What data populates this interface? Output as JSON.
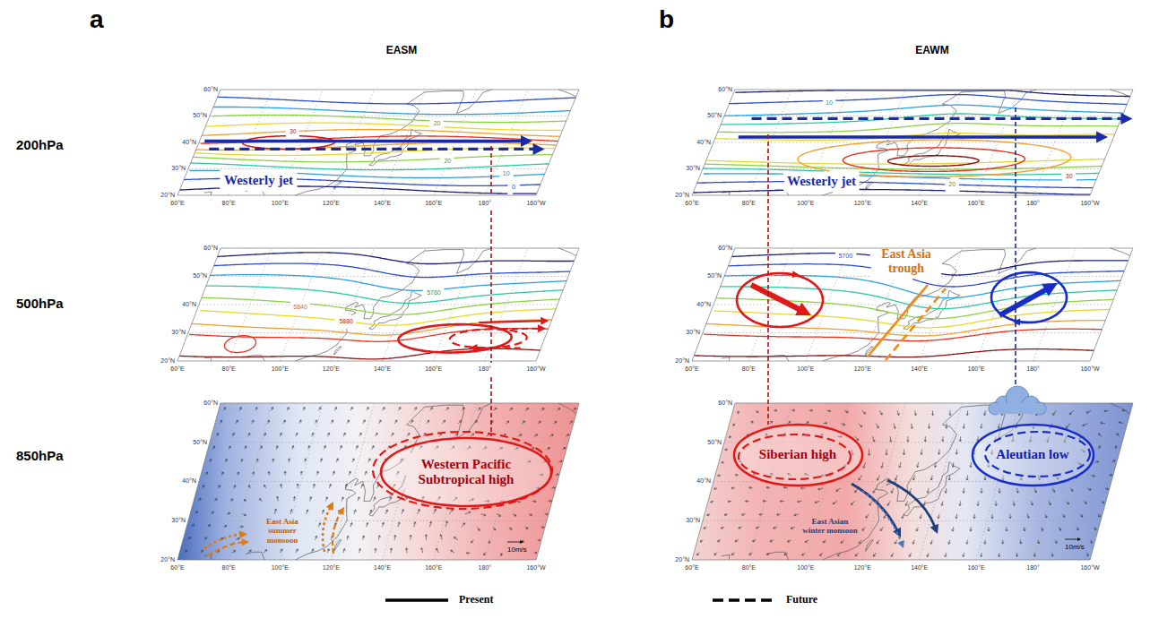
{
  "diagram": {
    "nodes": [
      {
        "text": [
          "Western Pacific Subtropical high"
        ]
      },
      {
        "text": [
          "Siberian high"
        ]
      },
      {
        "text": [
          "Aleutian low"
        ]
      }
    ],
    "labels": [
      "a",
      "b",
      "EASM",
      "EAWM",
      "200hPa",
      "500hPa",
      "850hPa",
      "Westerly jet",
      "Westerly jet",
      "East Asia trough",
      "East Asia summer monsoon",
      "East Asian winter monsoon",
      "10m/s",
      "10m/s",
      "20",
      "30",
      "20",
      "10",
      "0",
      "5880",
      "5760",
      "5840",
      "10",
      "20",
      "30",
      "5700",
      "20°N",
      "30°N",
      "40°N",
      "50°N",
      "60°N",
      "60°E",
      "80°E",
      "100°E",
      "120°E",
      "140°E",
      "160°E",
      "180°",
      "160°W",
      "20°N",
      "30°N",
      "40°N",
      "50°N",
      "60°N",
      "60°E",
      "80°E",
      "100°E",
      "120°E",
      "140°E",
      "160°E",
      "180°",
      "160°W",
      "20°N",
      "30°N",
      "40°N",
      "50°N",
      "60°N",
      "60°E",
      "80°E",
      "100°E",
      "120°E",
      "140°E",
      "160°E",
      "180°",
      "160°W",
      "20°N",
      "30°N",
      "40°N",
      "50°N",
      "60°N",
      "60°E",
      "80°E",
      "100°E",
      "120°E",
      "140°E",
      "160°E",
      "180°",
      "160°W",
      "20°N",
      "30°N",
      "40°N",
      "50°N",
      "60°N",
      "60°E",
      "80°E",
      "100°E",
      "120°E",
      "140°E",
      "160°E",
      "180°",
      "160°W",
      "20°N",
      "30°N",
      "40°N",
      "50°N",
      "60°N",
      "60°E",
      "80°E",
      "100°E",
      "120°E",
      "140°E",
      "160°E",
      "180°",
      "160°W"
    ],
    "legend": [
      {
        "text": "Present"
      },
      {
        "text": "Future"
      }
    ]
  }
}
